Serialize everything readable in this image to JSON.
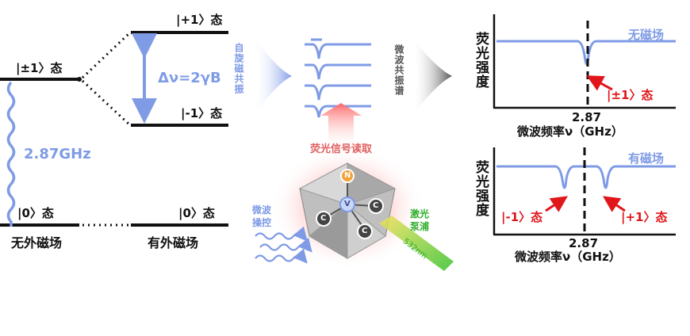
{
  "energy_levels": {
    "pm1_state": "|±1〉态",
    "plus1_state": "|+1〉态",
    "minus1_state": "|-1〉态",
    "zero_state_left": "|0〉态",
    "zero_state_right": "|0〉态",
    "splitting": "Δν=2γB",
    "zero_field_gap": "2.87GHz",
    "no_field_label": "无外磁场",
    "with_field_label": "有外磁场"
  },
  "process": {
    "spin_resonance": "自旋磁共振",
    "mw_spectrum": "微波共振谱",
    "fluorescence_readout": "荧光信号读取",
    "mw_control": "微波操控",
    "laser_pump": "激光泵浦",
    "wavelength": "532nm"
  },
  "nv_center": {
    "N": "N",
    "V": "V",
    "C": "C"
  },
  "colors": {
    "blue": "#7f9be6",
    "dark": "#111111",
    "red": "#e0161a",
    "green": "#3dbd35",
    "gray_arrow": "#6b6b6b"
  },
  "chart_data": [
    {
      "type": "line",
      "panel": "top",
      "ylabel": "荧光强度",
      "xlabel": "微波频率ν（GHz）",
      "xtick": "2.87",
      "legend": "无磁场",
      "dip_label": "|±1〉态",
      "dips": [
        2.87
      ]
    },
    {
      "type": "line",
      "panel": "bottom",
      "ylabel": "荧光强度",
      "xlabel": "微波频率ν（GHz）",
      "xtick": "2.87",
      "legend": "有磁场",
      "dip_labels": [
        "|-1〉态",
        "|+1〉态"
      ],
      "dips": [
        "|-1〉",
        "|+1〉"
      ]
    }
  ]
}
